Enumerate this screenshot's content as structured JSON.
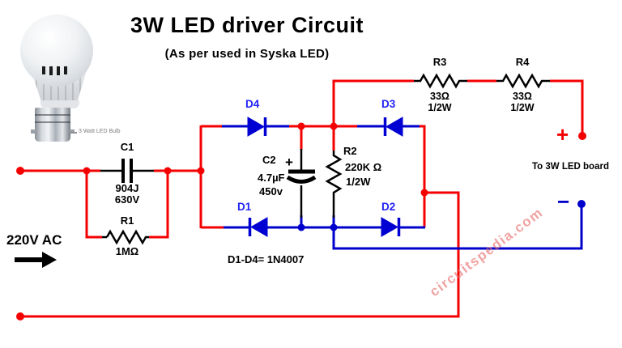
{
  "header": {
    "title": "3W LED driver Circuit",
    "subtitle": "(As per used in Syska LED)"
  },
  "bulb": {
    "caption": "3 Watt LED Bulb"
  },
  "input": {
    "source": "220V AC"
  },
  "output": {
    "board_label": "To 3W LED board",
    "plus": "+",
    "minus": "−"
  },
  "note": "D1-D4= 1N4007",
  "watermark": "circuitspedia.com",
  "components": {
    "C1": {
      "ref": "C1",
      "value": "904J",
      "voltage": "630V"
    },
    "R1": {
      "ref": "R1",
      "value": "1MΩ"
    },
    "C2": {
      "ref": "C2",
      "polarity": "+",
      "value": "4.7µF",
      "voltage": "450v"
    },
    "R2": {
      "ref": "R2",
      "value": "220K Ω",
      "power": "1/2W"
    },
    "R3": {
      "ref": "R3",
      "value": "33Ω",
      "power": "1/2W"
    },
    "R4": {
      "ref": "R4",
      "value": "33Ω",
      "power": "1/2W"
    },
    "D1": {
      "ref": "D1"
    },
    "D2": {
      "ref": "D2"
    },
    "D3": {
      "ref": "D3"
    },
    "D4": {
      "ref": "D4"
    }
  },
  "colors": {
    "wire_live": "#f40000",
    "wire_dc_negative": "#0000cd",
    "diode_fill": "#0000d2",
    "diode_label": "#2222f5",
    "component_black": "#000000",
    "watermark_pink": "#e96969"
  }
}
